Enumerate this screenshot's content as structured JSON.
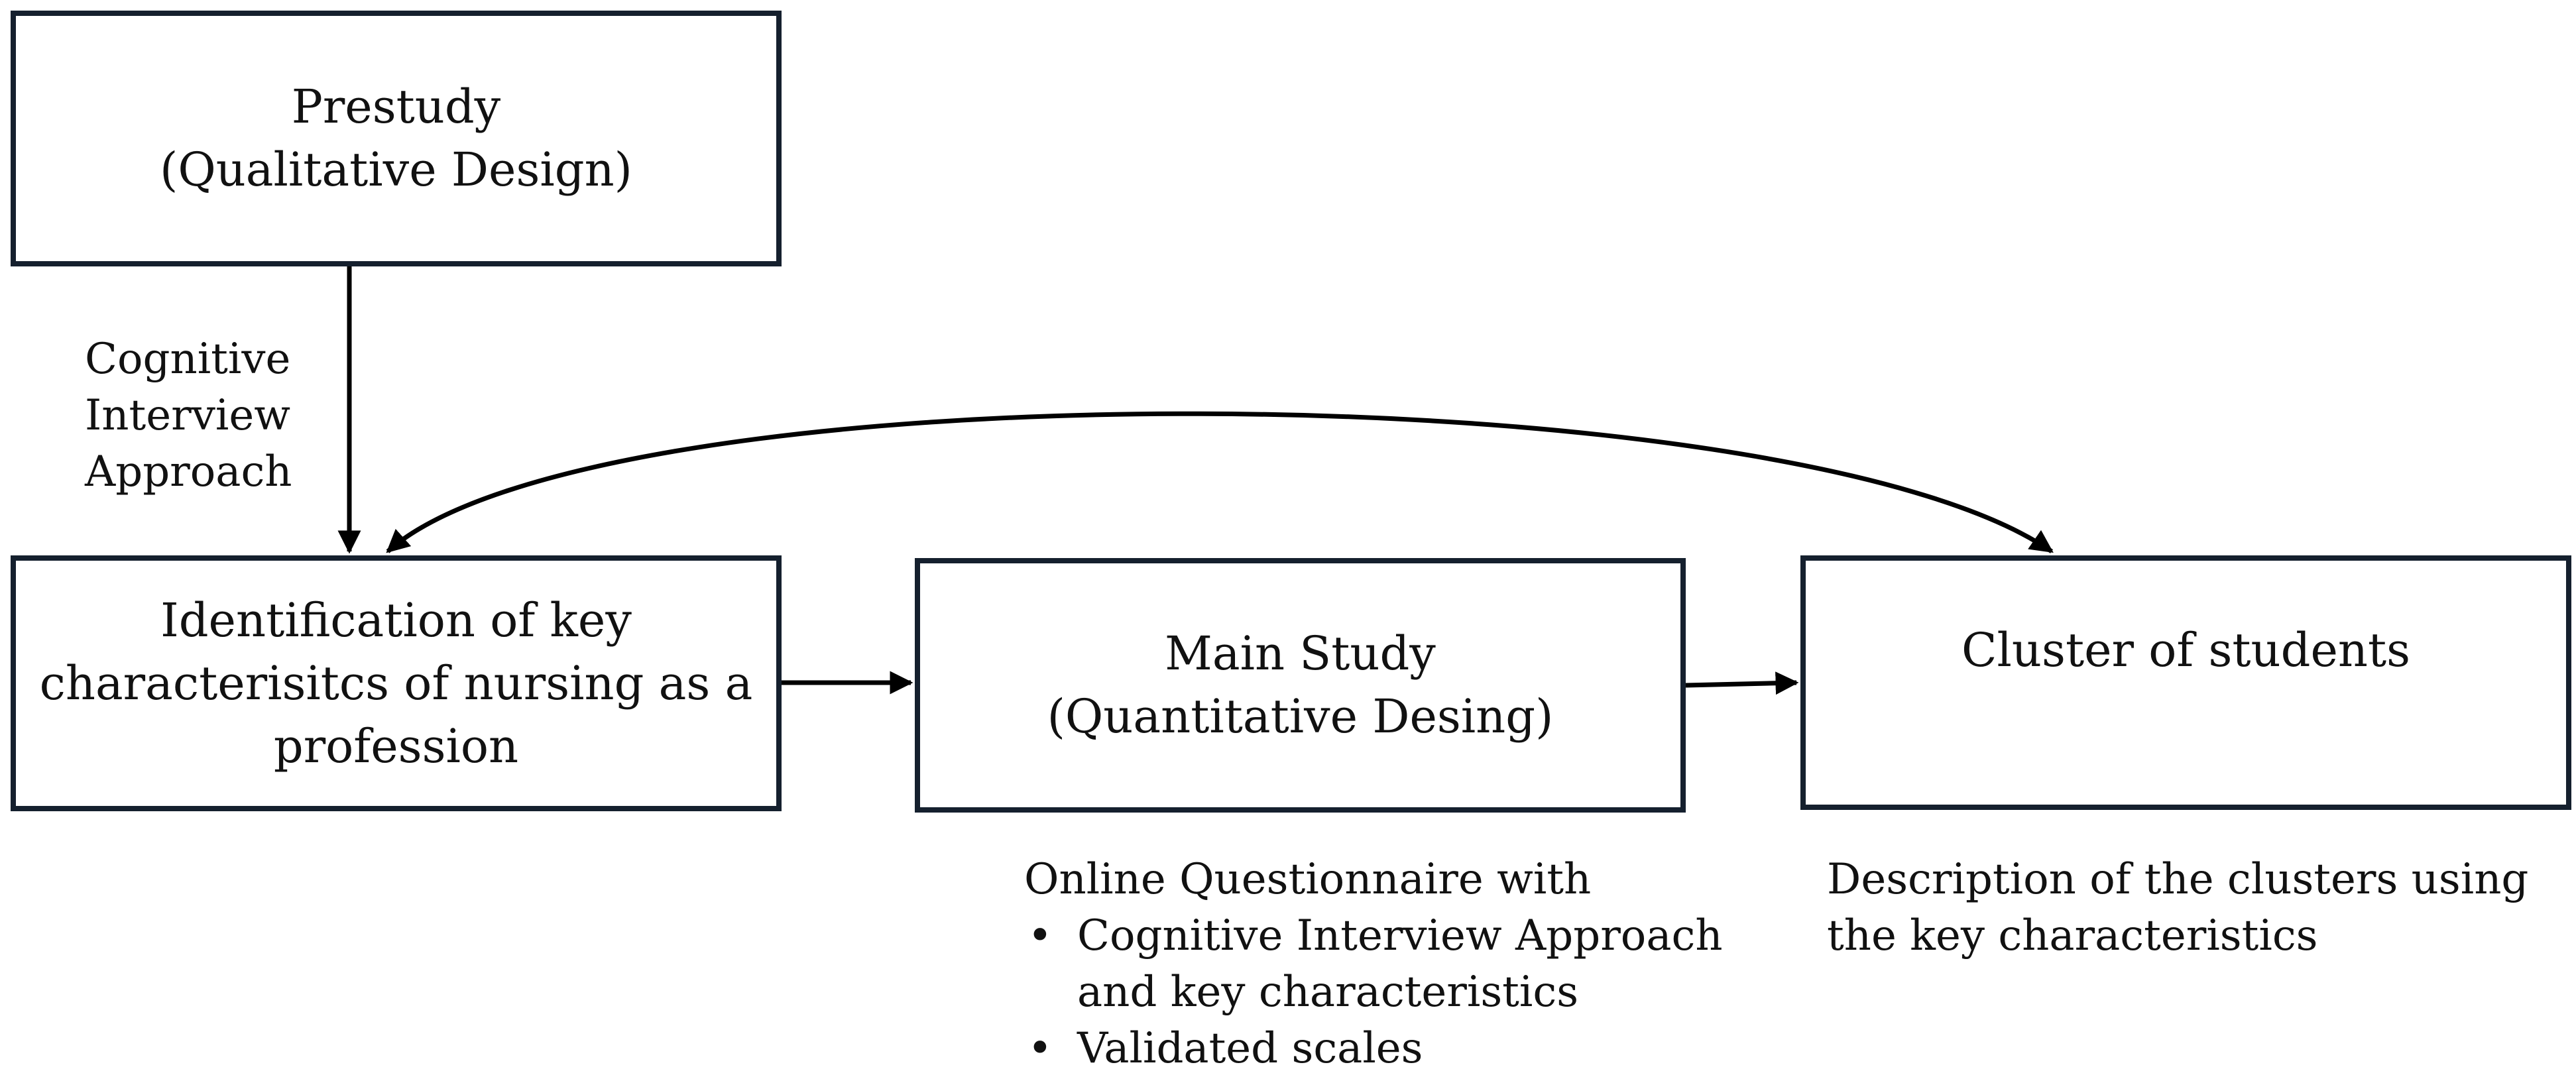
{
  "diagram": {
    "boxes": {
      "prestudy": {
        "lines": [
          "Prestudy",
          "(Qualitative Design)"
        ]
      },
      "identification": {
        "lines": [
          "Identification of key",
          "characterisitcs of nursing as a",
          "profession"
        ]
      },
      "main_study": {
        "lines": [
          "Main Study",
          "(Quantitative Desing)"
        ]
      },
      "cluster": {
        "lines": [
          "Cluster of students"
        ]
      }
    },
    "edge_labels": {
      "cognitive": [
        "Cognitive",
        "Interview",
        "Approach"
      ]
    },
    "notes": {
      "online": {
        "heading": "Online Questionnaire with",
        "bullet": "•",
        "item1_line1": "Cognitive Interview Approach",
        "item1_line2": "and key characteristics",
        "item2": "Validated scales"
      },
      "description": [
        "Description of the clusters using",
        "the key characteristics"
      ]
    },
    "colors": {
      "box_border": "#15202e",
      "arrow": "#000000",
      "text": "#111111"
    }
  }
}
